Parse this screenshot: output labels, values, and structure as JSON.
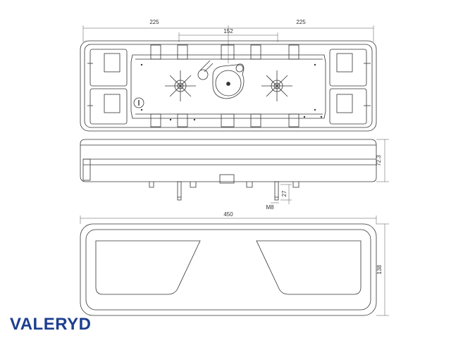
{
  "brand": {
    "name": "VALERYD",
    "color": "#1d3f8f"
  },
  "colors": {
    "line": "#333333",
    "dim_line": "#555555",
    "background": "#ffffff"
  },
  "dimensions": {
    "top_left": "225",
    "top_right": "225",
    "top_center": "152",
    "height_profile": "72.3",
    "stud_length": "27",
    "thread": "M8",
    "overall_length": "450",
    "front_height": "138"
  }
}
